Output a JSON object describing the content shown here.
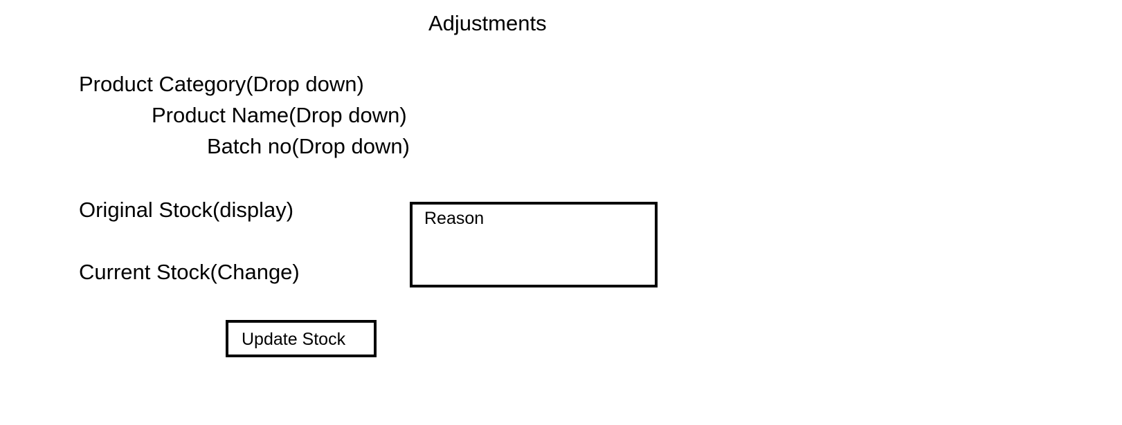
{
  "header": {
    "title": "Adjustments"
  },
  "form": {
    "product_category_label": "Product Category(Drop down)",
    "product_name_label": "Product Name(Drop down)",
    "batch_no_label": "Batch no(Drop down)",
    "original_stock_label": "Original Stock(display)",
    "current_stock_label": "Current Stock(Change)",
    "reason_label": "Reason",
    "update_button_label": "Update Stock"
  }
}
